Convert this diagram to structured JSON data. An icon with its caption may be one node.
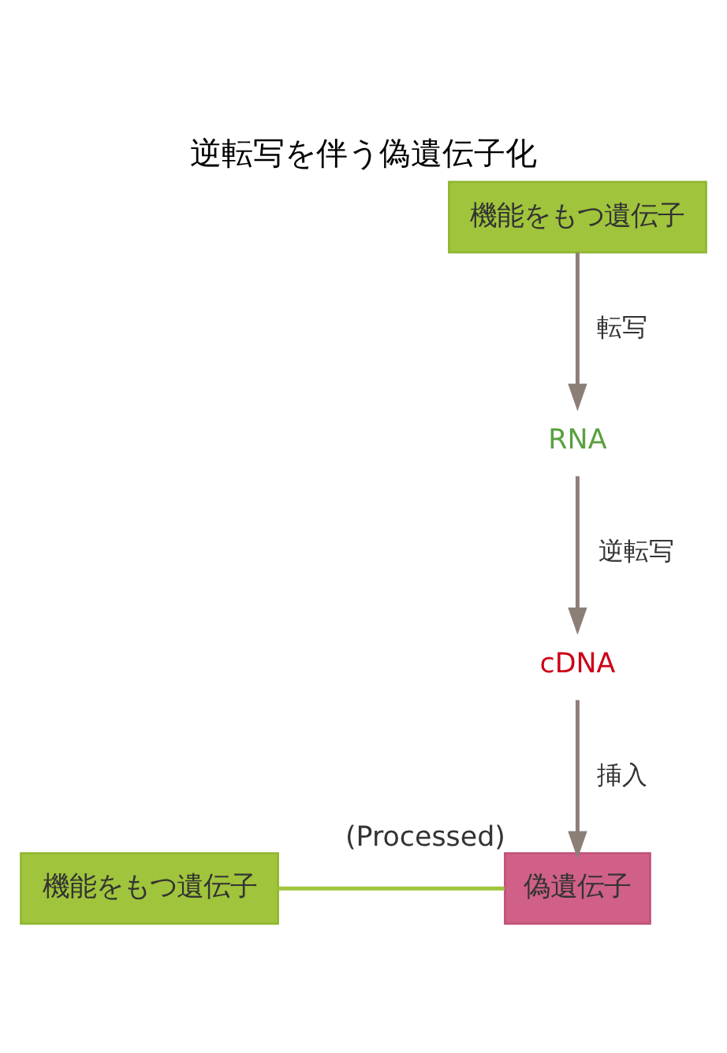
{
  "diagram": {
    "title": "逆転写を伴う偽遺伝子化",
    "nodes": [
      {
        "text": [
          "機能をもつ遺伝子"
        ]
      },
      {
        "text": [
          "RNA"
        ]
      },
      {
        "text": [
          "cDNA"
        ]
      },
      {
        "text": [
          "機能をもつ遺伝子"
        ]
      },
      {
        "text": [
          "偽遺伝子"
        ],
        "beside": [
          "(Processed)"
        ]
      }
    ],
    "edges": [
      {
        "from": 0,
        "to": 1,
        "arrow": "to",
        "label": "転写"
      },
      {
        "from": 1,
        "to": 2,
        "arrow": "to",
        "label": "逆転写"
      },
      {
        "from": 2,
        "to": 4,
        "arrow": "to",
        "label": "挿入"
      },
      {
        "from": 3,
        "to": 4,
        "arrow": "none"
      }
    ]
  }
}
